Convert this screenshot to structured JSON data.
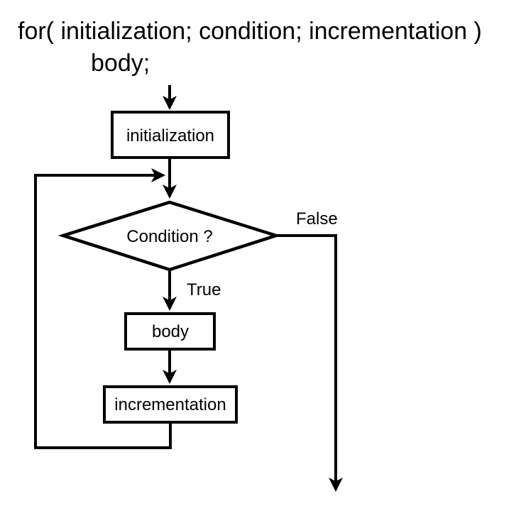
{
  "header": {
    "line1": "for( initialization; condition; incrementation )",
    "line2": "body;"
  },
  "flowchart": {
    "nodes": {
      "initialization": {
        "label": "initialization",
        "type": "process"
      },
      "condition": {
        "label": "Condition ?",
        "type": "decision"
      },
      "body": {
        "label": "body",
        "type": "process"
      },
      "incrementation": {
        "label": "incrementation",
        "type": "process"
      }
    },
    "edges": {
      "true_label": "True",
      "false_label": "False"
    },
    "colors": {
      "stroke": "#000000",
      "background": "#ffffff"
    }
  }
}
